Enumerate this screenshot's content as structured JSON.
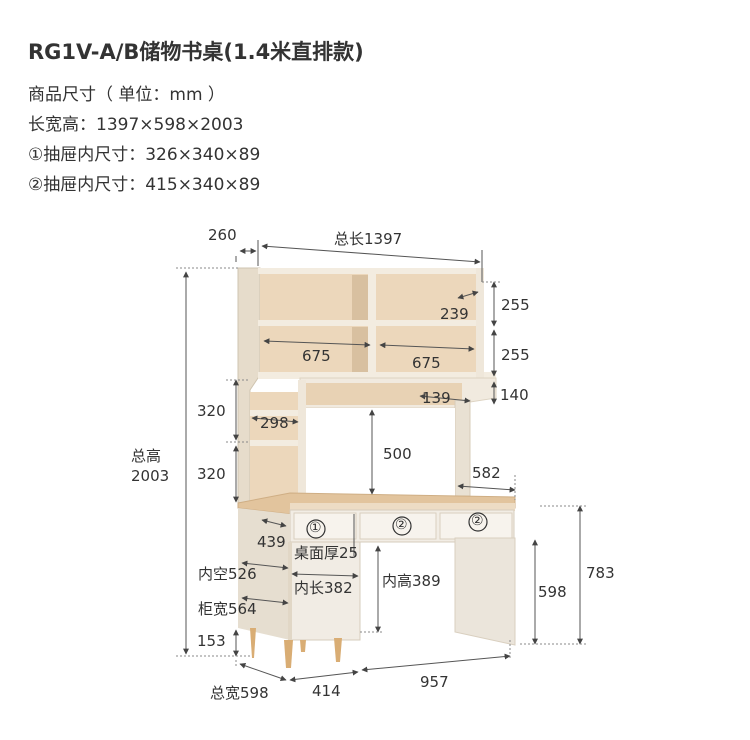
{
  "title": "RG1V-A/B储物书桌(1.4米直排款)",
  "specs": {
    "unit": "商品尺寸（ 单位：mm ）",
    "overall": "长宽高：1397×598×2003",
    "drawer1": "①抽屉内尺寸：326×340×89",
    "drawer2": "②抽屉内尺寸：415×340×89"
  },
  "dims": {
    "d260": "260",
    "total_length": "总长1397",
    "d255a": "255",
    "d239": "239",
    "d255b": "255",
    "d675a": "675",
    "d675b": "675",
    "d140": "140",
    "d139": "139",
    "d320a": "320",
    "d298": "298",
    "total_height_label": "总高",
    "total_height_value": "2003",
    "d500": "500",
    "d320b": "320",
    "d582": "582",
    "drawer_mark_1": "①",
    "drawer_mark_2a": "②",
    "drawer_mark_2b": "②",
    "d439": "439",
    "desk_thickness": "桌面厚25",
    "inner_space": "内空526",
    "inner_length": "内长382",
    "inner_height": "内高389",
    "d783": "783",
    "d598": "598",
    "cabinet_width": "柜宽564",
    "d153": "153",
    "total_width": "总宽598",
    "d414": "414",
    "d957": "957"
  }
}
